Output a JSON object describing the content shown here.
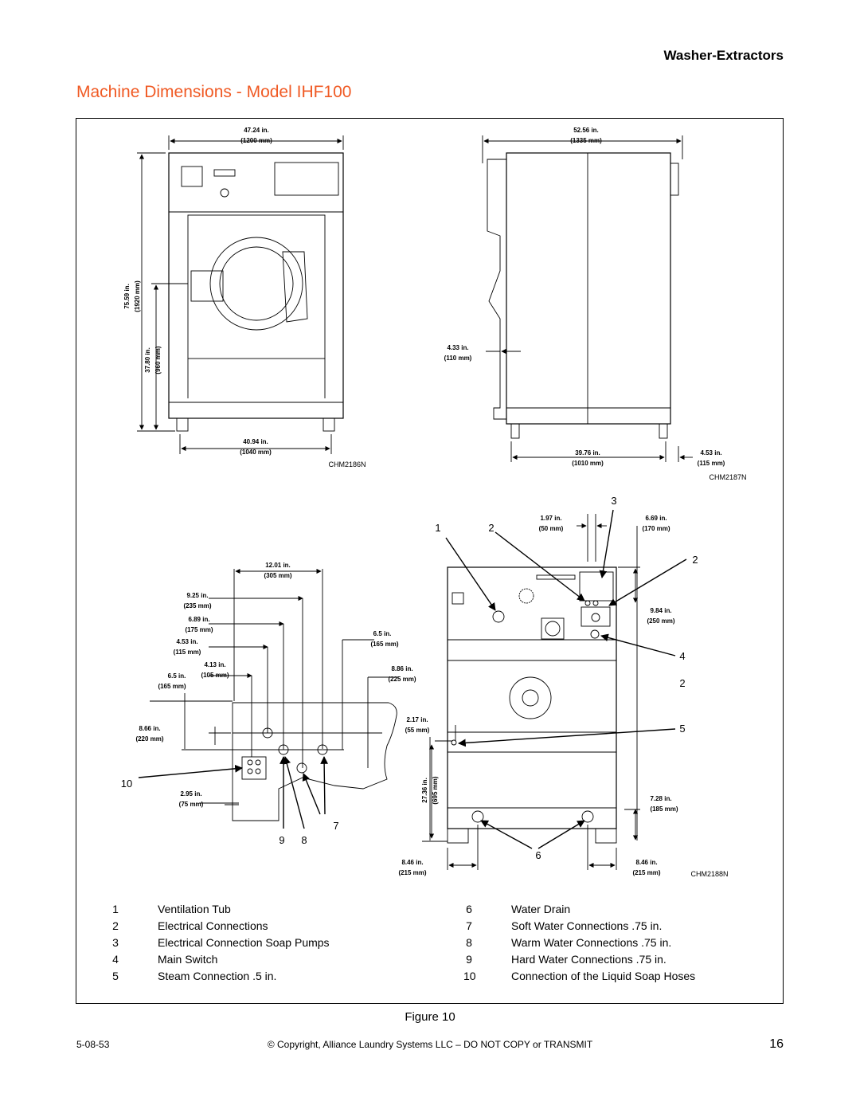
{
  "header": {
    "section": "Washer-Extractors",
    "title": "Machine Dimensions - Model IHF100"
  },
  "front": {
    "w_in": "47.24 in.",
    "w_mm": "(1200 mm)",
    "h_in": "75.59 in.",
    "h_mm": "(1920 mm)",
    "hc_in": "37.80 in.",
    "hc_mm": "(960 mm)",
    "feet_in": "40.94 in.",
    "feet_mm": "(1040 mm)",
    "code": "CHM2186N"
  },
  "side": {
    "w_in": "52.56 in.",
    "w_mm": "(1335 mm)",
    "d1_in": "4.33 in.",
    "d1_mm": "(110 mm)",
    "feet_in": "39.76 in.",
    "feet_mm": "(1010 mm)",
    "off_in": "4.53 in.",
    "off_mm": "(115 mm)",
    "code": "CHM2187N"
  },
  "plumb": {
    "a_in": "12.01 in.",
    "a_mm": "(305 mm)",
    "b_in": "9.25 in.",
    "b_mm": "(235 mm)",
    "c_in": "6.89 in.",
    "c_mm": "(175 mm)",
    "d_in": "4.53 in.",
    "d_mm": "(115 mm)",
    "e_in": "4.13 in.",
    "e_mm": "(105 mm)",
    "f_in": "6.5 in.",
    "f_mm": "(165 mm)",
    "g_in": "8.66 in.",
    "g_mm": "(220 mm)",
    "h_in": "2.95 in.",
    "h_mm": "(75 mm)",
    "i_in": "6.5 in.",
    "i_mm": "(165 mm)",
    "j_in": "8.86 in.",
    "j_mm": "(225 mm)",
    "k_in": "2.17 in.",
    "k_mm": "(55 mm)"
  },
  "rear": {
    "a_in": "1.97 in.",
    "a_mm": "(50 mm)",
    "b_in": "6.69 in.",
    "b_mm": "(170 mm)",
    "c_in": "9.84 in.",
    "c_mm": "(250 mm)",
    "h_in": "27.36 in.",
    "h_mm": "(695 mm)",
    "d_in": "7.28 in.",
    "d_mm": "(185 mm)",
    "e_in": "8.46 in.",
    "e_mm": "(215 mm)",
    "f_in": "8.46 in.",
    "f_mm": "(215 mm)",
    "code": "CHM2188N"
  },
  "callouts": {
    "c1": "1",
    "c2a": "2",
    "c3": "3",
    "c2b": "2",
    "c4": "4",
    "c2c": "2",
    "c5": "5",
    "c6": "6",
    "c10": "10",
    "c7": "7",
    "c9": "9",
    "c8": "8"
  },
  "legend": [
    {
      "n": "1",
      "t": "Ventilation Tub"
    },
    {
      "n": "2",
      "t": "Electrical Connections"
    },
    {
      "n": "3",
      "t": "Electrical Connection Soap Pumps"
    },
    {
      "n": "4",
      "t": "Main Switch"
    },
    {
      "n": "5",
      "t": "Steam Connection .5 in."
    },
    {
      "n": "6",
      "t": "Water Drain"
    },
    {
      "n": "7",
      "t": "Soft Water Connections .75 in."
    },
    {
      "n": "8",
      "t": "Warm Water Connections .75 in."
    },
    {
      "n": "9",
      "t": "Hard Water Connections .75 in."
    },
    {
      "n": "10",
      "t": "Connection of the Liquid Soap Hoses"
    }
  ],
  "figure": "Figure 10",
  "footer": {
    "doc": "5-08-53",
    "copyright": "© Copyright, Alliance Laundry Systems LLC – DO NOT COPY or TRANSMIT",
    "page": "16"
  }
}
